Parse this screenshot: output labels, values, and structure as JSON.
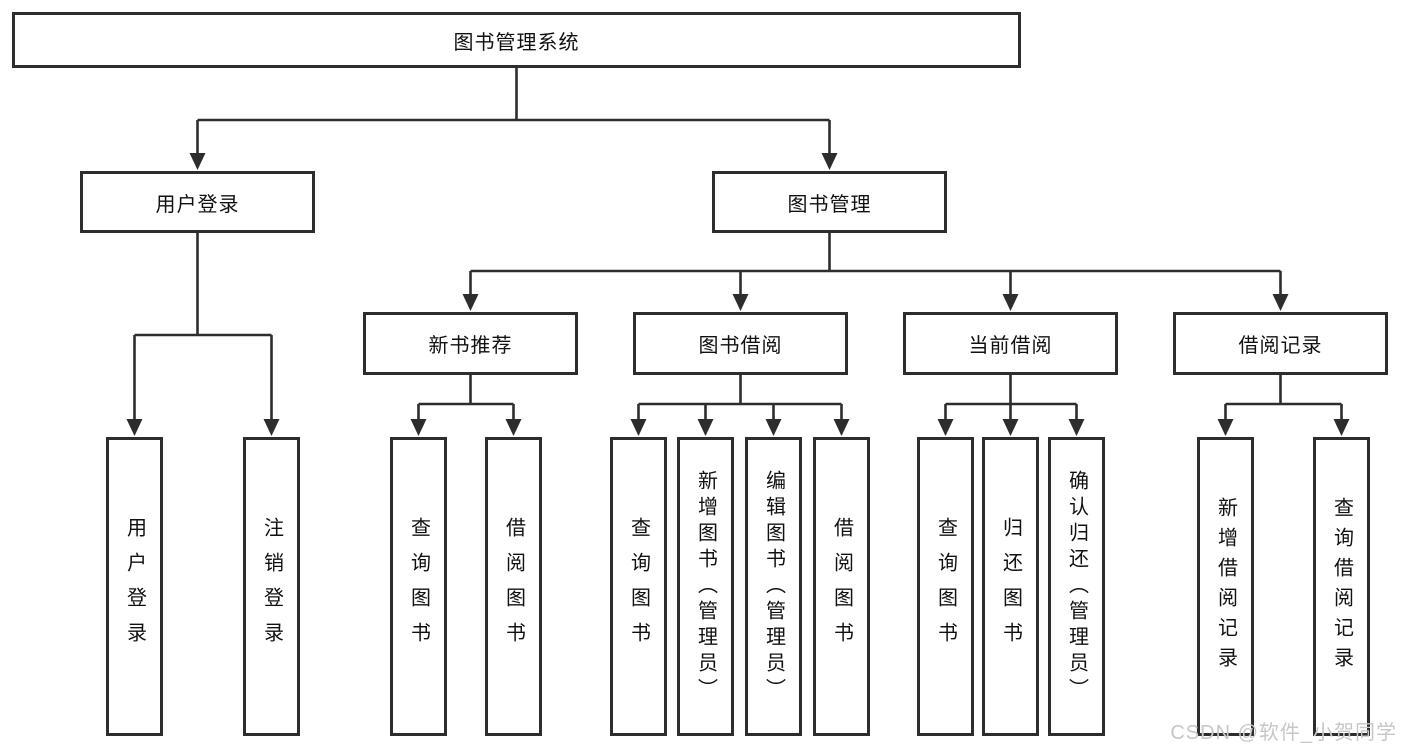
{
  "tree": {
    "root": "图书管理系统",
    "login": {
      "label": "用户登录",
      "children": [
        "用户登录",
        "注销登录"
      ]
    },
    "manage": {
      "label": "图书管理",
      "groups": [
        {
          "label": "新书推荐",
          "children": [
            "查询图书",
            "借阅图书"
          ]
        },
        {
          "label": "图书借阅",
          "children": [
            "查询图书",
            "新增图书（管理员）",
            "编辑图书（管理员）",
            "借阅图书"
          ]
        },
        {
          "label": "当前借阅",
          "children": [
            "查询图书",
            "归还图书",
            "确认归还（管理员）"
          ]
        },
        {
          "label": "借阅记录",
          "children": [
            "新增借阅记录",
            "查询借阅记录"
          ]
        }
      ]
    }
  },
  "watermark": {
    "text": "CSDN @软件_小贺同学"
  },
  "colors": {
    "line": "#2d2d2d",
    "box_background": "#ffffff",
    "text": "#111111",
    "watermark": "#c7c7c7"
  }
}
